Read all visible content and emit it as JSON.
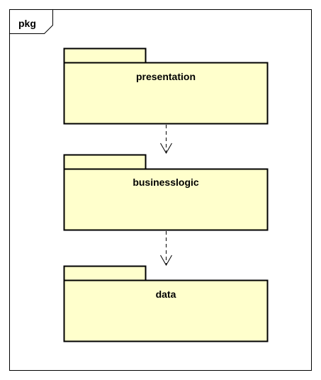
{
  "frame": {
    "label": "pkg"
  },
  "packages": [
    {
      "id": "presentation",
      "name": "presentation"
    },
    {
      "id": "businesslogic",
      "name": "businesslogic"
    },
    {
      "id": "data",
      "name": "data"
    }
  ],
  "dependencies": [
    {
      "from": "presentation",
      "to": "businesslogic",
      "style": "dashed-open-arrow"
    },
    {
      "from": "businesslogic",
      "to": "data",
      "style": "dashed-open-arrow"
    }
  ],
  "colors": {
    "package_fill": "#ffffcc",
    "stroke": "#000000",
    "background": "#ffffff"
  }
}
